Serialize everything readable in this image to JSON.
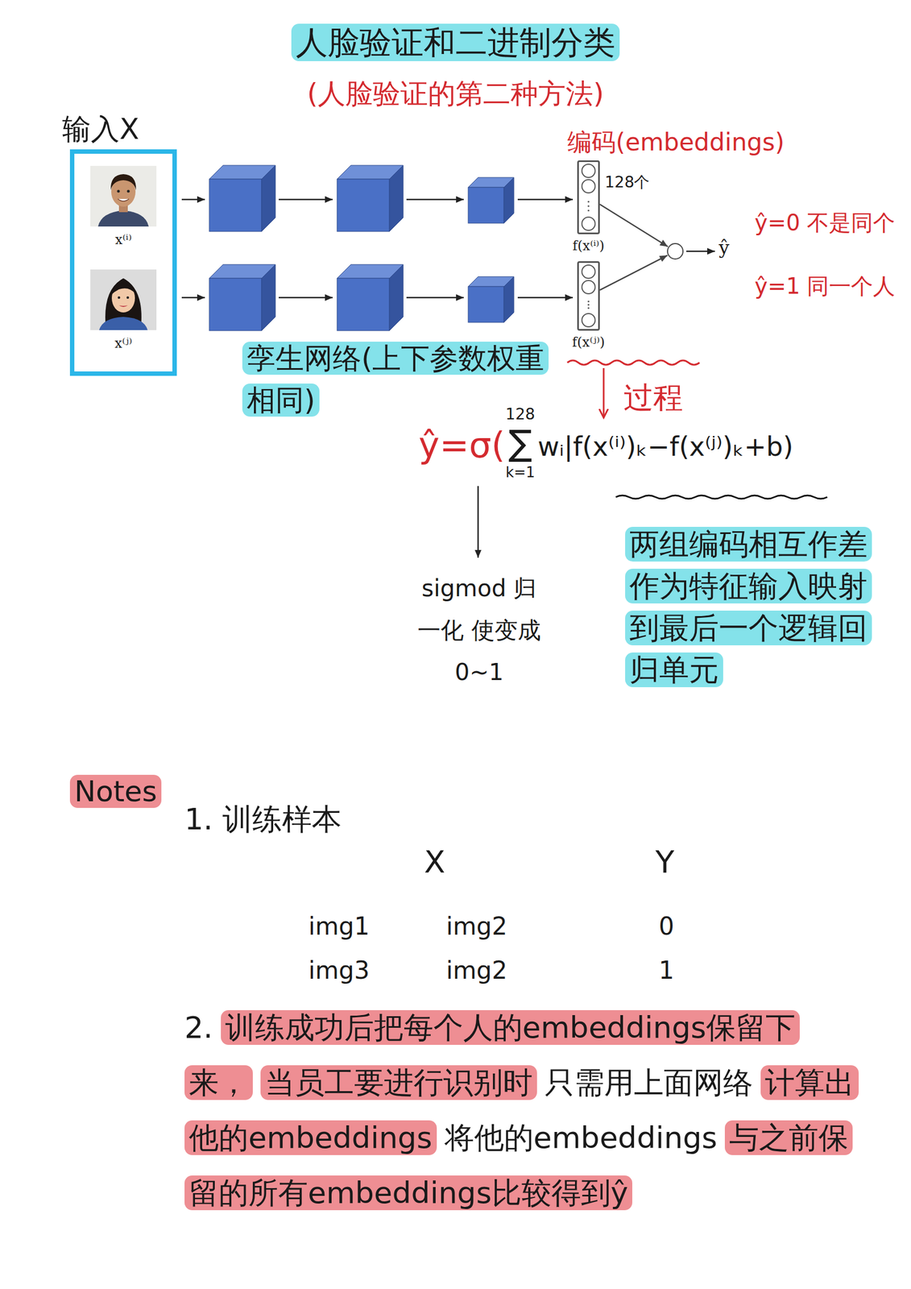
{
  "diagram": {
    "title": "人脸验证和二进制分类",
    "nodes": [
      {
        "text": [
          "输入X"
        ]
      },
      {
        "text": [
          "x⁽ⁱ⁾"
        ],
        "in": 0
      },
      {
        "text": [
          "x⁽ʲ⁾"
        ],
        "in": 0
      },
      {
        "text": [
          "f(x⁽ⁱ⁾)"
        ]
      },
      {
        "text": [
          "f(x⁽ʲ⁾)"
        ]
      },
      {
        "text": [
          "ŷ"
        ]
      }
    ],
    "edges": [
      {
        "from": 3,
        "to": 5,
        "arrow": "to"
      },
      {
        "from": 4,
        "to": 5,
        "arrow": "to"
      }
    ],
    "labels": [
      "(人脸验证的第二种方法)",
      "编码(embeddings)",
      "128个",
      "ŷ=0 不是同个",
      "ŷ=1 同一个人",
      "孪生网络(上下参数权重相同)",
      "过程",
      "ŷ=σ(",
      "128",
      "∑",
      "k=1",
      "wᵢ|f(x⁽ⁱ⁾)ₖ−f(x⁽ʲ⁾)ₖ+b)",
      "sigmod 归一化 使变成0~1",
      "两组编码相互作差 作为特征输入映射 到最后一个逻辑回 归单元",
      "Notes",
      "1. 训练样本",
      "X",
      "Y",
      "img1",
      "img2",
      "0",
      "img3",
      "img2",
      "1",
      "2.",
      "训练成功后把每个人的embeddings保留下来，",
      "当员工要进行识别时",
      "只需用上面网络",
      "计算出他的embeddings",
      "将他的embeddings",
      "与之前保留的所有embeddings比较得到ŷ"
    ]
  }
}
